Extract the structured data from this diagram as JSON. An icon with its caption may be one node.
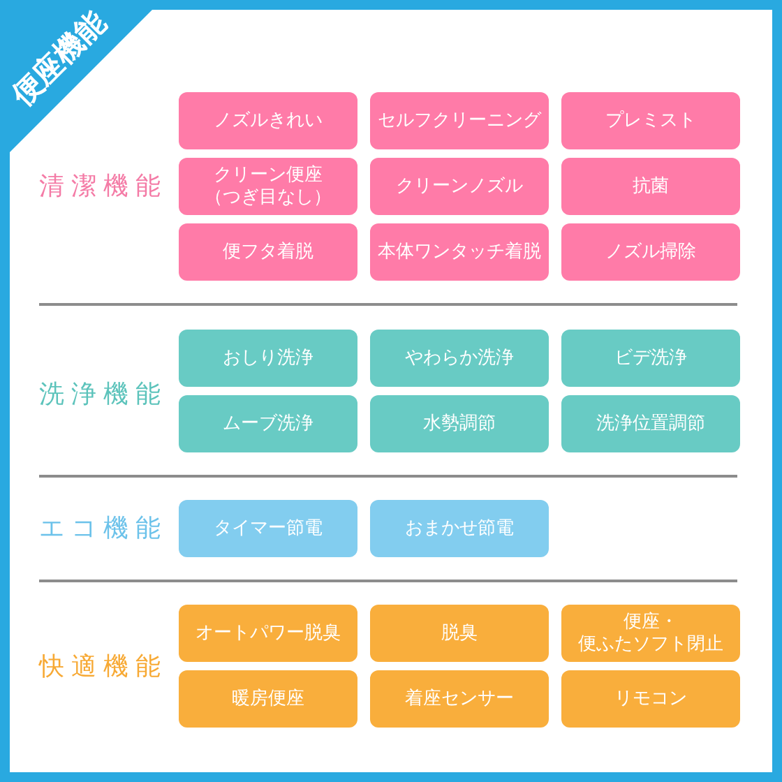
{
  "diagram": {
    "title": "便座機能",
    "nodes": [
      {
        "text": [
          "ノズルきれい"
        ]
      },
      {
        "text": [
          "セルフクリーニング"
        ]
      },
      {
        "text": [
          "プレミスト"
        ]
      },
      {
        "text": [
          "クリーン便座（つぎ目なし）"
        ]
      },
      {
        "text": [
          "クリーンノズル"
        ]
      },
      {
        "text": [
          "抗菌"
        ]
      },
      {
        "text": [
          "便フタ着脱"
        ]
      },
      {
        "text": [
          "本体ワンタッチ着脱"
        ]
      },
      {
        "text": [
          "ノズル掃除"
        ]
      },
      {
        "text": [
          "おしり洗浄"
        ]
      },
      {
        "text": [
          "やわらか洗浄"
        ]
      },
      {
        "text": [
          "ビデ洗浄"
        ]
      },
      {
        "text": [
          "ムーブ洗浄"
        ]
      },
      {
        "text": [
          "水勢調節"
        ]
      },
      {
        "text": [
          "洗浄位置調節"
        ]
      },
      {
        "text": [
          "タイマー節電"
        ]
      },
      {
        "text": [
          "おまかせ節電"
        ]
      },
      {
        "text": [
          "オートパワー脱臭"
        ]
      },
      {
        "text": [
          "脱臭"
        ]
      },
      {
        "text": [
          "便座・便ふたソフト閉止"
        ]
      },
      {
        "text": [
          "暖房便座"
        ]
      },
      {
        "text": [
          "着座センサー"
        ]
      },
      {
        "text": [
          "リモコン"
        ]
      }
    ],
    "labels": [
      "清潔機能",
      "洗浄機能",
      "エコ機能",
      "快適機能"
    ]
  }
}
